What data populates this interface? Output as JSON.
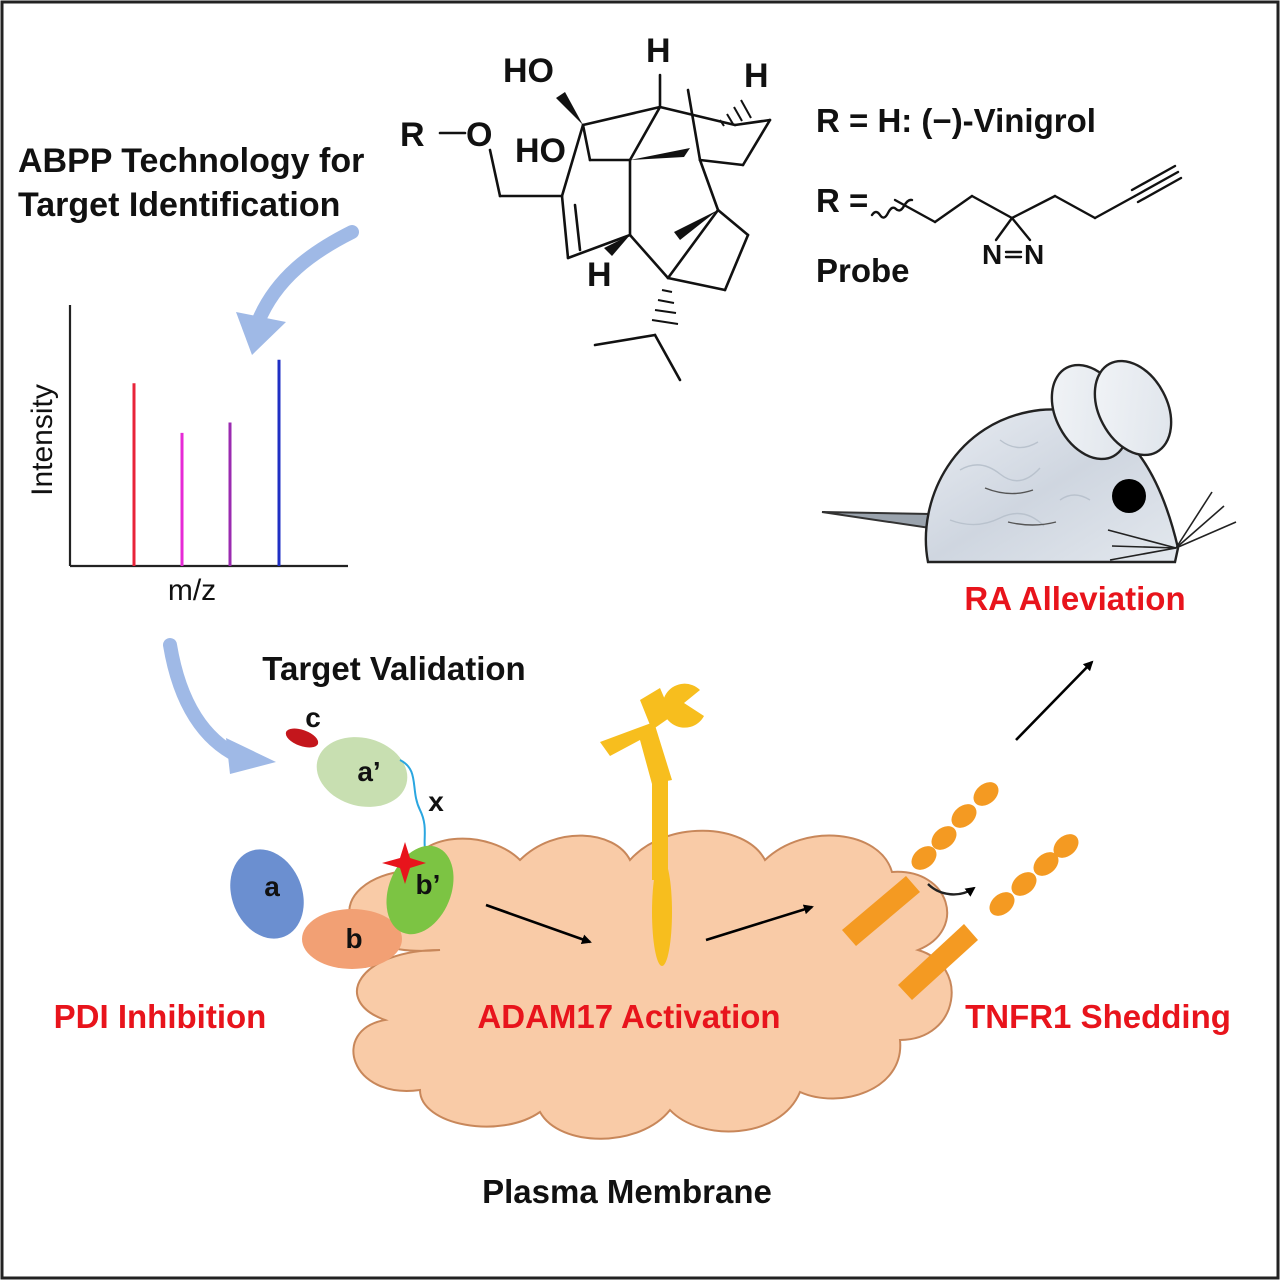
{
  "header": {
    "abpp_line1": "ABPP Technology for",
    "abpp_line2": "Target Identification"
  },
  "chem": {
    "atom_HO_top": "HO",
    "atom_HO_mid": "HO",
    "atom_R": "R",
    "atom_O": "O",
    "atom_H_top": "H",
    "atom_H_right": "H",
    "atom_H_bottom": "H",
    "r_equals_h": "R = H: (−)-Vinigrol",
    "r_equals": "R =",
    "probe": "Probe",
    "diazirine_n1": "N",
    "diazirine_n2": "N"
  },
  "spectrum": {
    "xlabel": "m/z",
    "ylabel": "Intensity",
    "peaks": [
      {
        "value": 0.7,
        "color": "#e8243a"
      },
      {
        "value": 0.51,
        "color": "#e62ad6"
      },
      {
        "value": 0.55,
        "color": "#9b2bb0"
      },
      {
        "value": 0.79,
        "color": "#1f2fc4"
      }
    ]
  },
  "validation": {
    "title": "Target Validation",
    "domain_a": "a",
    "domain_b": "b",
    "domain_b_prime": "b’",
    "domain_a_prime": "a’",
    "domain_c": "c",
    "linker_x": "x"
  },
  "steps": {
    "pdi": "PDI Inhibition",
    "adam17": "ADAM17 Activation",
    "tnfr1": "TNFR1 Shedding",
    "ra": "RA Alleviation",
    "membrane": "Plasma Membrane"
  },
  "colors": {
    "step_red": "#e8141c",
    "membrane_fill": "#f9cba7",
    "membrane_stroke": "#c8875a",
    "adam17_yellow": "#f7be1e",
    "tnfr1_orange": "#f49a22",
    "arrow_blue": "#9fb9e6",
    "domain_a": "#6b8fd0",
    "domain_b": "#f2a074",
    "domain_b_prime": "#7cc443",
    "domain_a_prime": "#c8dfb1",
    "domain_c": "#c4161c",
    "linker": "#2aa6e0",
    "star": "#e8141c"
  }
}
